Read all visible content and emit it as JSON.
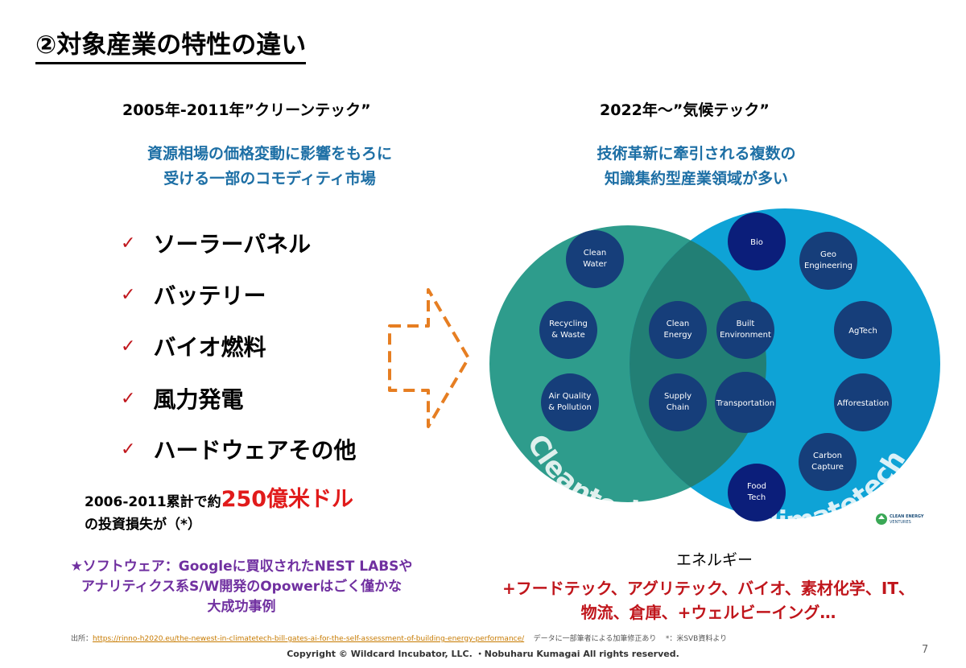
{
  "slide": {
    "title": "②対象産業の特性の違い",
    "left": {
      "heading": "2005年-2011年”クリーンテック”",
      "subhead_line1": "資源相場の価格変動に影響をもろに",
      "subhead_line2": "受ける一部のコモディティ市場",
      "items": [
        "ソーラーパネル",
        "バッテリー",
        "バイオ燃料",
        "風力発電",
        "ハードウェアその他"
      ],
      "check_symbol": "✓",
      "invest_prefix": "2006-2011累計で約",
      "invest_amount": "250億米ドル",
      "invest_suffix": "の投資損失が（*）",
      "software_line1": "★ソフトウェア：Googleに買収されたNEST LABSや",
      "software_line2": "アナリティクス系S/W開発のOpowerはごく僅かな",
      "software_line3": "大成功事例"
    },
    "right": {
      "heading": "2022年～”気候テック”",
      "subhead_line1": "技術革新に牽引される複数の",
      "subhead_line2": "知識集約型産業領域が多い",
      "energy_label": "エネルギー",
      "sectors_line1": "+フードテック、アグリテック、バイオ、素材化学、IT、",
      "sectors_line2": "物流、倉庫、+ウェルビーイング…"
    },
    "diagram": {
      "left_circle_label": "Cleantech",
      "right_circle_label": "Climatetech",
      "logo_line1": "CLEAN ENERGY",
      "logo_line2": "VENTURES",
      "left_nodes": [
        {
          "l1": "Clean",
          "l2": "Water"
        },
        {
          "l1": "Recycling",
          "l2": "& Waste"
        },
        {
          "l1": "Air Quality",
          "l2": "& Pollution"
        }
      ],
      "center_nodes": [
        {
          "l1": "Clean",
          "l2": "Energy"
        },
        {
          "l1": "Built",
          "l2": "Environment"
        },
        {
          "l1": "Supply",
          "l2": "Chain"
        },
        {
          "l1": "Transportation",
          "l2": ""
        }
      ],
      "right_nodes": [
        {
          "l1": "Bio",
          "l2": ""
        },
        {
          "l1": "Geo",
          "l2": "Engineering"
        },
        {
          "l1": "AgTech",
          "l2": ""
        },
        {
          "l1": "Afforestation",
          "l2": ""
        },
        {
          "l1": "Carbon",
          "l2": "Capture"
        },
        {
          "l1": "Food",
          "l2": "Tech"
        }
      ]
    },
    "footer": {
      "source_prefix": "出所：",
      "source_url": "https://rinno-h2020.eu/the-newest-in-climatetech-bill-gates-ai-for-the-self-assessment-of-building-energy-performance/",
      "note1": "データに一部筆者による加筆修正あり",
      "note2": "*：米SVB資料より",
      "copyright": "Copyright © Wildcard Incubator, LLC. ・Nobuharu Kumagai All rights reserved.",
      "page": "7"
    },
    "colors": {
      "accent_blue": "#1d6fa5",
      "cleantech_teal": "#2e9c8c",
      "climatetech_blue": "#0ea3d6",
      "node_navy": "#163e7a",
      "bio_navy": "#0b1e7a",
      "red": "#c0161c",
      "purple": "#7030a0",
      "arrow_orange": "#e67e22"
    }
  }
}
